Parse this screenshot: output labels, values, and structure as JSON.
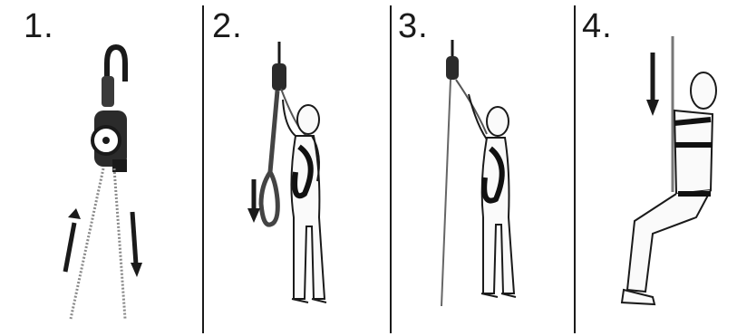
{
  "steps": [
    {
      "label": "1."
    },
    {
      "label": "2."
    },
    {
      "label": "3."
    },
    {
      "label": "4."
    }
  ],
  "colors": {
    "ink": "#1a1a1a",
    "paper": "#ffffff",
    "rope": "#555555"
  }
}
